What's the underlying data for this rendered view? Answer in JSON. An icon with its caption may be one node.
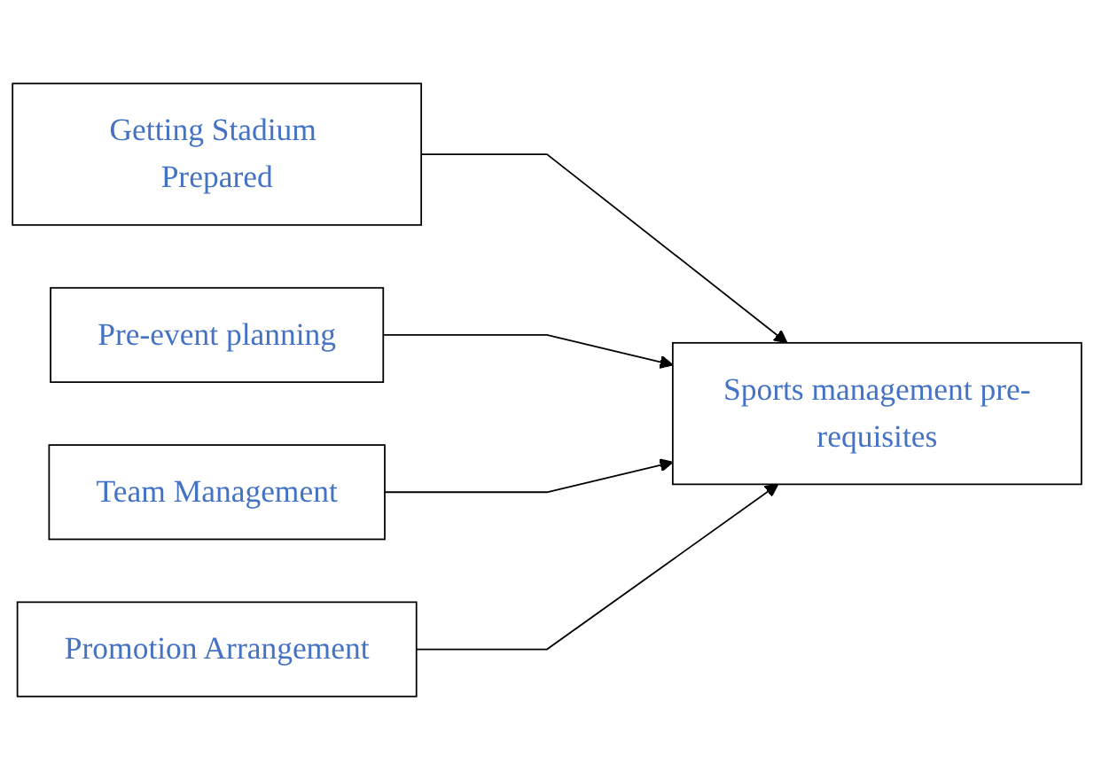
{
  "diagram": {
    "nodes": [
      {
        "text": [
          "Getting Stadium Prepared"
        ]
      },
      {
        "text": [
          "Pre-event planning"
        ]
      },
      {
        "text": [
          "Team Management"
        ]
      },
      {
        "text": [
          "Promotion Arrangement"
        ]
      },
      {
        "text": [
          "Sports management pre-requisites"
        ]
      }
    ],
    "edges": [
      {
        "from": 0,
        "to": 4,
        "arrow": "to"
      },
      {
        "from": 1,
        "to": 4,
        "arrow": "to"
      },
      {
        "from": 2,
        "to": 4,
        "arrow": "to"
      },
      {
        "from": 3,
        "to": 4,
        "arrow": "to"
      }
    ]
  }
}
